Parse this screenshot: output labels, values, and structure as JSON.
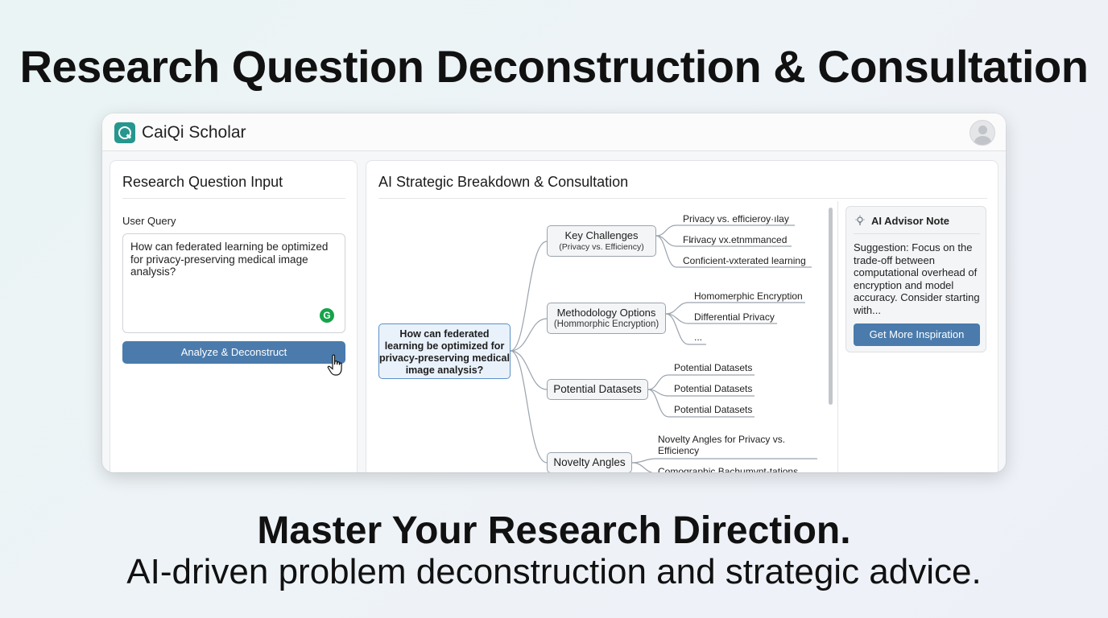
{
  "headline": "Research Question Deconstruction & Consultation",
  "app": {
    "name": "CaiQi Scholar"
  },
  "left_panel": {
    "title": "Research Question Input",
    "field_label": "User Query",
    "query_value": "How can federated learning be optimized for privacy-preserving medical image analysis?",
    "button_label": "Analyze & Deconstruct"
  },
  "right_panel": {
    "title": "AI Strategic Breakdown & Consultation",
    "root": "How can federated learning be optimized for privacy-preserving medical image analysis?",
    "branches": [
      {
        "label": "Key Challenges",
        "sub": "(Privacy vs. Efficiency)",
        "leaves": [
          "Privacy vs. efficieroy·ılay",
          "Fl̵rivacy vx.etnmmanced",
          "Conficient-vxterated learning"
        ]
      },
      {
        "label": "Methodology Options",
        "sub": "(Hommorphic Encryption)",
        "leaves": [
          "Homomerphic Encryption",
          "Differential Privacy",
          "..."
        ]
      },
      {
        "label": "Potential Datasets",
        "sub": "",
        "leaves": [
          "Potential Datasets",
          "Potential Datasets",
          "Potential Datasets"
        ]
      },
      {
        "label": "Novelty Angles",
        "sub": "",
        "leaves": [
          "Novelty Angles for Privacy vs. Efficiency",
          "Comographic Bachumvnt-tations"
        ]
      }
    ]
  },
  "advisor": {
    "title": "AI Advisor Note",
    "text": "Suggestion: Focus on the trade-off between computational overhead of encryption and model accuracy. Consider starting with...",
    "button_label": "Get More Inspiration"
  },
  "tagline": "Master Your Research Direction.",
  "subtagline": "AI-driven problem deconstruction and strategic advice.",
  "colors": {
    "accent": "#4a7bac",
    "brand": "#27968e",
    "root_node_border": "#5d8fc7"
  }
}
